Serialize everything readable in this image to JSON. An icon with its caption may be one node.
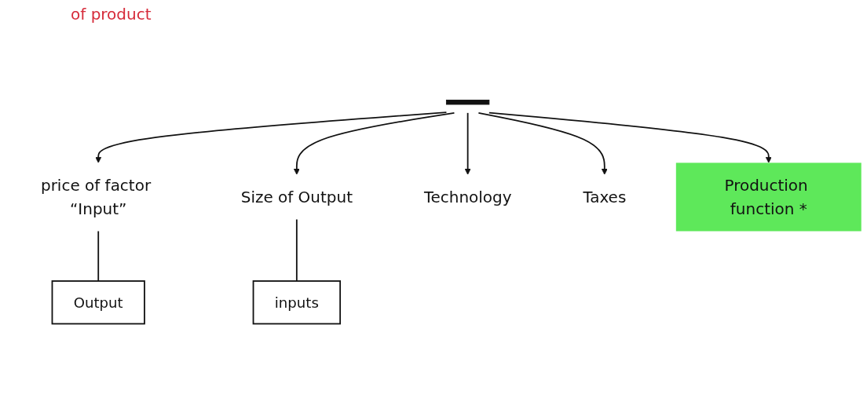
{
  "diagram": {
    "nodes": [
      {
        "text": [],
        "shape": "bar"
      },
      {
        "text": [
          "price of factor “Input”"
        ]
      },
      {
        "text": [
          "Size of Output"
        ]
      },
      {
        "text": [
          "Technology"
        ]
      },
      {
        "text": [
          "Taxes"
        ]
      },
      {
        "text": [
          "Production function",
          "*"
        ]
      },
      {
        "text": [
          "Output"
        ]
      },
      {
        "text": [
          "inputs"
        ]
      }
    ],
    "edges": [
      {
        "from": 0,
        "to": 1,
        "arrow": "to"
      },
      {
        "from": 0,
        "to": 2,
        "arrow": "to"
      },
      {
        "from": 0,
        "to": 3,
        "arrow": "to"
      },
      {
        "from": 0,
        "to": 4,
        "arrow": "to"
      },
      {
        "from": 0,
        "to": 5,
        "arrow": "to"
      },
      {
        "from": 1,
        "to": 6,
        "arrow": "none"
      },
      {
        "from": 2,
        "to": 7,
        "arrow": "none"
      }
    ],
    "labels": [
      "of product"
    ]
  }
}
